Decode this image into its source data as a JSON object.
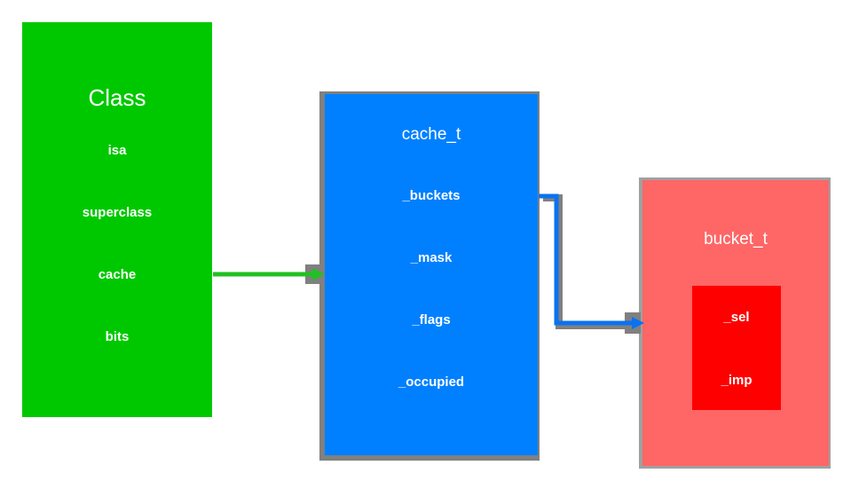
{
  "class_box": {
    "title": "Class",
    "fields": [
      "isa",
      "superclass",
      "cache",
      "bits"
    ]
  },
  "cache_box": {
    "title": "cache_t",
    "fields": [
      "_buckets",
      "_mask",
      "_flags",
      "_occupied"
    ]
  },
  "bucket_box": {
    "title": "bucket_t",
    "fields": [
      "_sel",
      "_imp"
    ]
  },
  "colors": {
    "class_fill": "#00c800",
    "cache_fill": "#0080ff",
    "bucket_fill": "#ff6666",
    "bucket_inner_fill": "#ff0000",
    "shadow": "#808080",
    "text": "#ffffff"
  }
}
